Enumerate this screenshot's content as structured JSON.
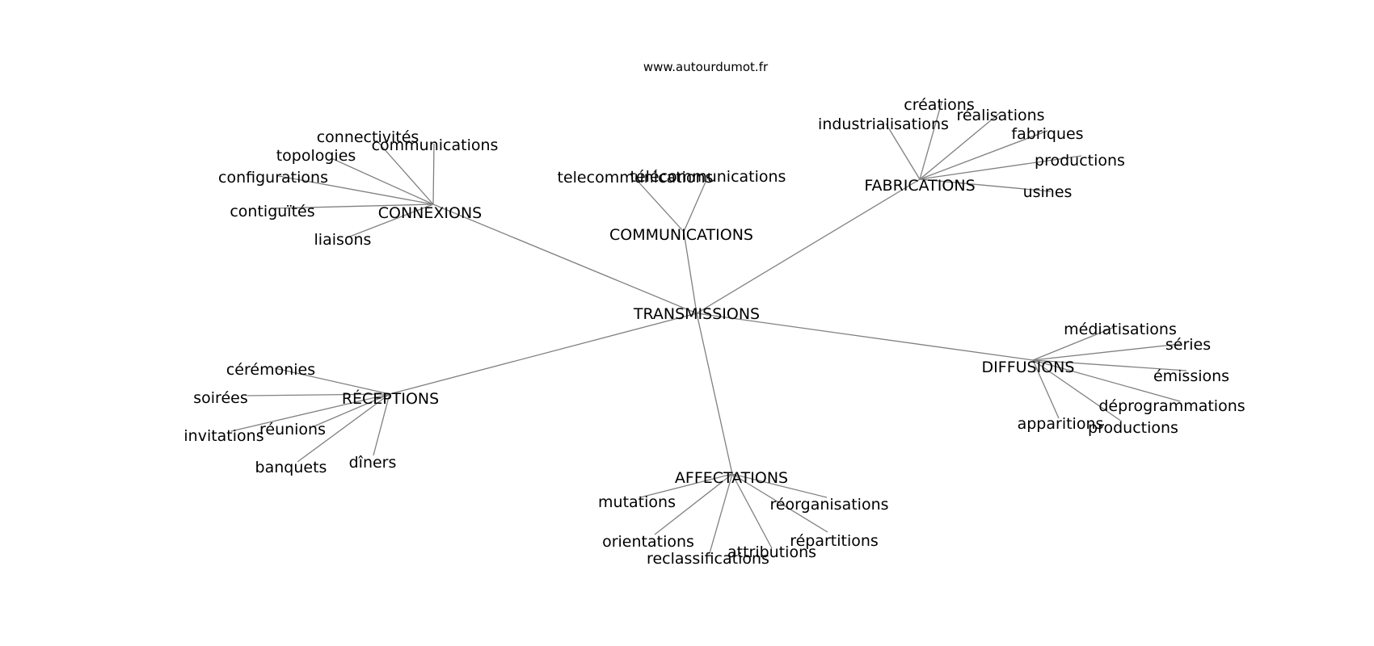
{
  "site": "www.autourdumot.fr",
  "center": "TRANSMISSIONS",
  "groups": [
    {
      "label": "CONNEXIONS",
      "words": [
        "connectivités",
        "communications",
        "topologies",
        "configurations",
        "contiguïtés",
        "liaisons"
      ]
    },
    {
      "label": "COMMUNICATIONS",
      "words": [
        "telecommunications",
        "télécommunications"
      ]
    },
    {
      "label": "FABRICATIONS",
      "words": [
        "créations",
        "industrialisations",
        "réalisations",
        "fabriques",
        "productions",
        "usines"
      ]
    },
    {
      "label": "DIFFUSIONS",
      "words": [
        "médiatisations",
        "séries",
        "émissions",
        "déprogrammations",
        "apparitions",
        "productions"
      ]
    },
    {
      "label": "AFFECTATIONS",
      "words": [
        "mutations",
        "réorganisations",
        "orientations",
        "répartitions",
        "attributions",
        "reclassifications"
      ]
    },
    {
      "label": "RÉCEPTIONS",
      "words": [
        "cérémonies",
        "soirées",
        "réunions",
        "invitations",
        "banquets",
        "dîners"
      ]
    }
  ]
}
